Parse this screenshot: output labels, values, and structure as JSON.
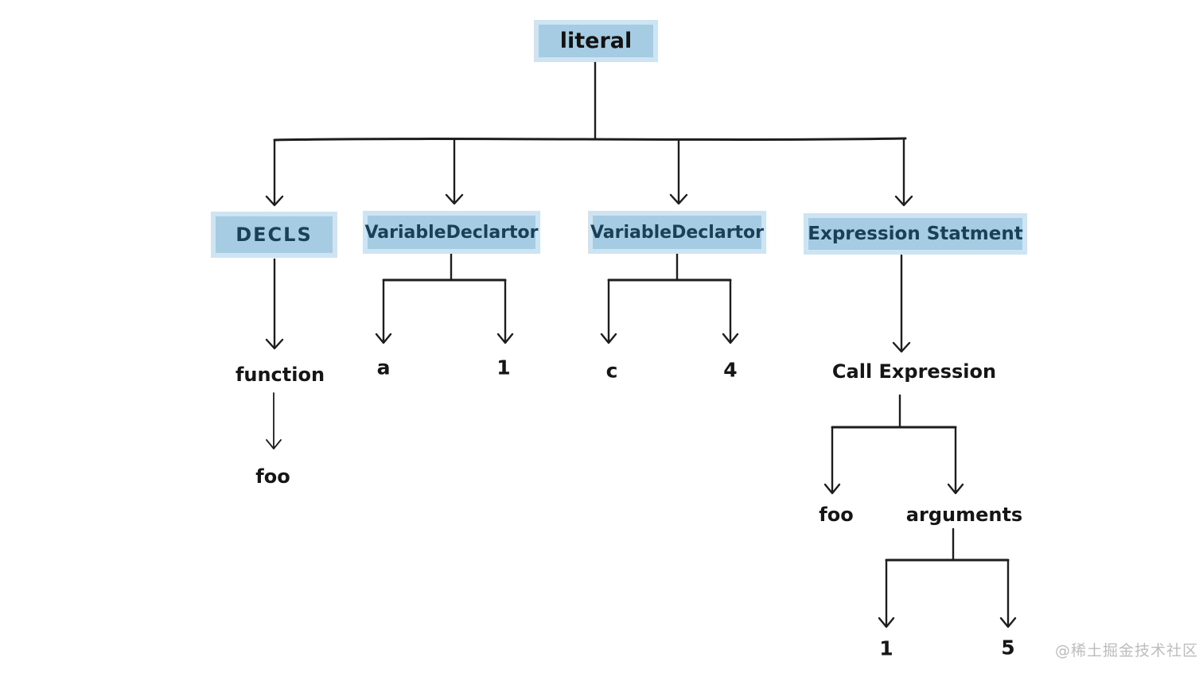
{
  "colors": {
    "box_fill": "#a6cce4",
    "box_halo": "#cfe4f2",
    "box_text": "#1a4058",
    "root_text": "#121212",
    "line": "#1d1d1d",
    "leaf_text": "#161616",
    "watermark": "#bcbcbc",
    "background": "#ffffff"
  },
  "tree": {
    "label": "literal",
    "children": [
      {
        "label": "DECLS",
        "children": [
          {
            "label": "function",
            "children": [
              {
                "label": "foo"
              }
            ]
          }
        ]
      },
      {
        "label": "VariableDeclartor",
        "children": [
          {
            "label": "a"
          },
          {
            "label": "1"
          }
        ]
      },
      {
        "label": "VariableDeclartor",
        "children": [
          {
            "label": "c"
          },
          {
            "label": "4"
          }
        ]
      },
      {
        "label": "Expression Statment",
        "children": [
          {
            "label": "Call Expression",
            "children": [
              {
                "label": "foo"
              },
              {
                "label": "arguments",
                "children": [
                  {
                    "label": "1"
                  },
                  {
                    "label": "5"
                  }
                ]
              }
            ]
          }
        ]
      }
    ]
  },
  "watermark": {
    "text": "@稀土掘金技术社区"
  }
}
